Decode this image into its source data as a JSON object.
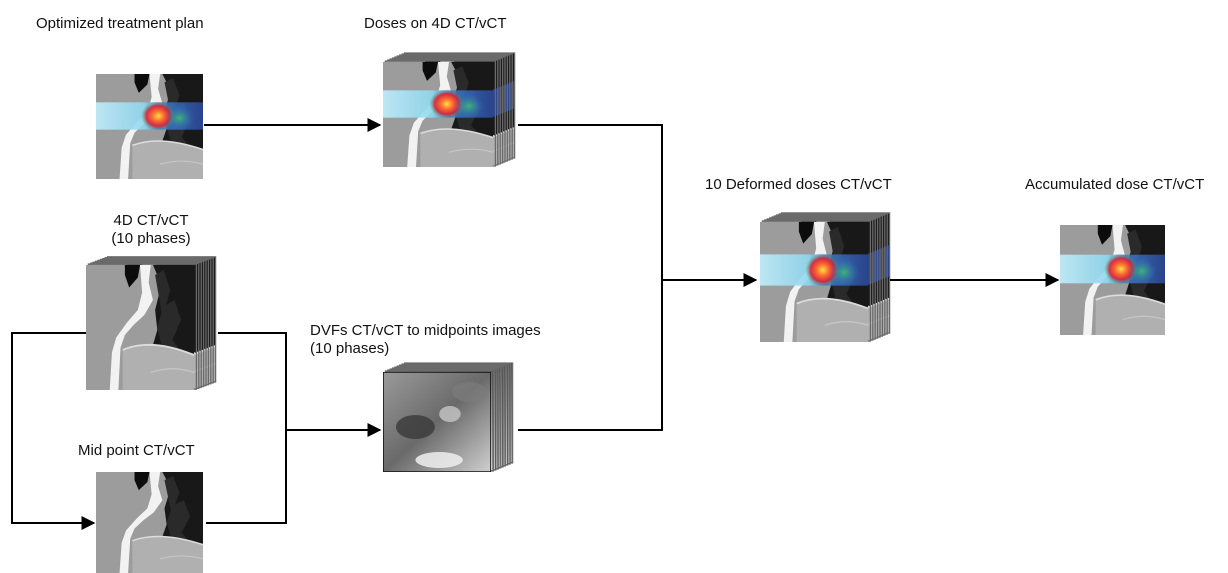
{
  "labels": {
    "optimized_plan": "Optimized treatment plan",
    "doses_4d": "Doses on 4D CT/vCT",
    "ct_4d_line1": "4D CT/vCT",
    "ct_4d_line2": "(10 phases)",
    "dvfs_line1": "DVFs CT/vCT to midpoints images",
    "dvfs_line2": "(10 phases)",
    "midpoint_ct": "Mid point CT/vCT",
    "deformed_doses": "10 Deformed doses CT/vCT",
    "accumulated_dose": "Accumulated dose CT/vCT"
  },
  "image_icons": {
    "optimized_plan": "ct-with-dose-overlay",
    "doses_4d": "ct-stack-with-dose-overlay",
    "ct_4d": "ct-stack",
    "dvfs": "dvf-stack",
    "midpoint_ct": "ct-slice",
    "deformed_doses": "ct-stack-with-dose-overlay",
    "accumulated_dose": "ct-with-dose-overlay"
  },
  "colors": {
    "line": "#000000",
    "ct_background": "#9a9a9a",
    "dose_band": "#8fd8f0"
  }
}
